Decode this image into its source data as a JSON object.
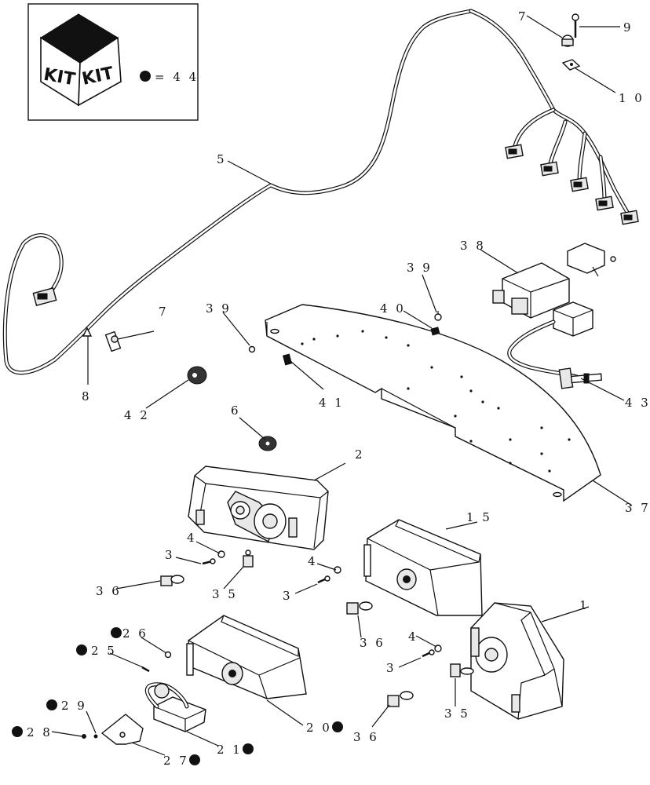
{
  "legend": {
    "kit_left": "KIT",
    "kit_right": "KIT",
    "equals_text": "= 4 4"
  },
  "callouts": {
    "c1": "1",
    "c2": "2",
    "c3a": "3",
    "c3b": "3",
    "c3c": "3",
    "c4a": "4",
    "c4b": "4",
    "c4c": "4",
    "c5": "5",
    "c6": "6",
    "c7a": "7",
    "c7b": "7",
    "c8": "8",
    "c9": "9",
    "c10": "1 0",
    "c15": "1 5",
    "c20": "2 0",
    "c21": "2 1",
    "c25": "2 5",
    "c26": "2 6",
    "c27": "2 7",
    "c28": "2 8",
    "c29": "2 9",
    "c35a": "3 5",
    "c35b": "3 5",
    "c36a": "3 6",
    "c36b": "3 6",
    "c36c": "3 6",
    "c37": "3 7",
    "c38": "3 8",
    "c39a": "3 9",
    "c39b": "3 9",
    "c40": "4 0",
    "c41": "4 1",
    "c42": "4 2",
    "c43": "4 3"
  },
  "colors": {
    "ink": "#111111",
    "paper": "#ffffff"
  }
}
